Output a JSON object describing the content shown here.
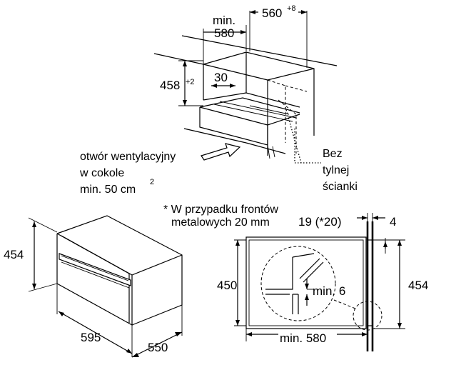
{
  "top_view": {
    "min_label": "min.",
    "min_value": "580",
    "width_value": "560",
    "width_tol": "+8",
    "height_value": "458",
    "height_tol": "+2",
    "depth_value": "30",
    "vent_line1": "otwór wentylacyjny",
    "vent_line2": "w cokole",
    "vent_line3": "min. 50 cm",
    "vent_sup": "2",
    "nowall_line1": "Bez",
    "nowall_line2": "tylnej",
    "nowall_line3": "ścianki"
  },
  "oven_view": {
    "height": "454",
    "width": "595",
    "depth": "550"
  },
  "side_view": {
    "note_line1": "* W przypadku frontów",
    "note_line2": "metalowych 20 mm",
    "front_thk": "19 (*20)",
    "top_gap": "4",
    "inner_height": "450",
    "outer_height": "454",
    "min_gap": "min. 6",
    "min_depth": "min. 580"
  }
}
